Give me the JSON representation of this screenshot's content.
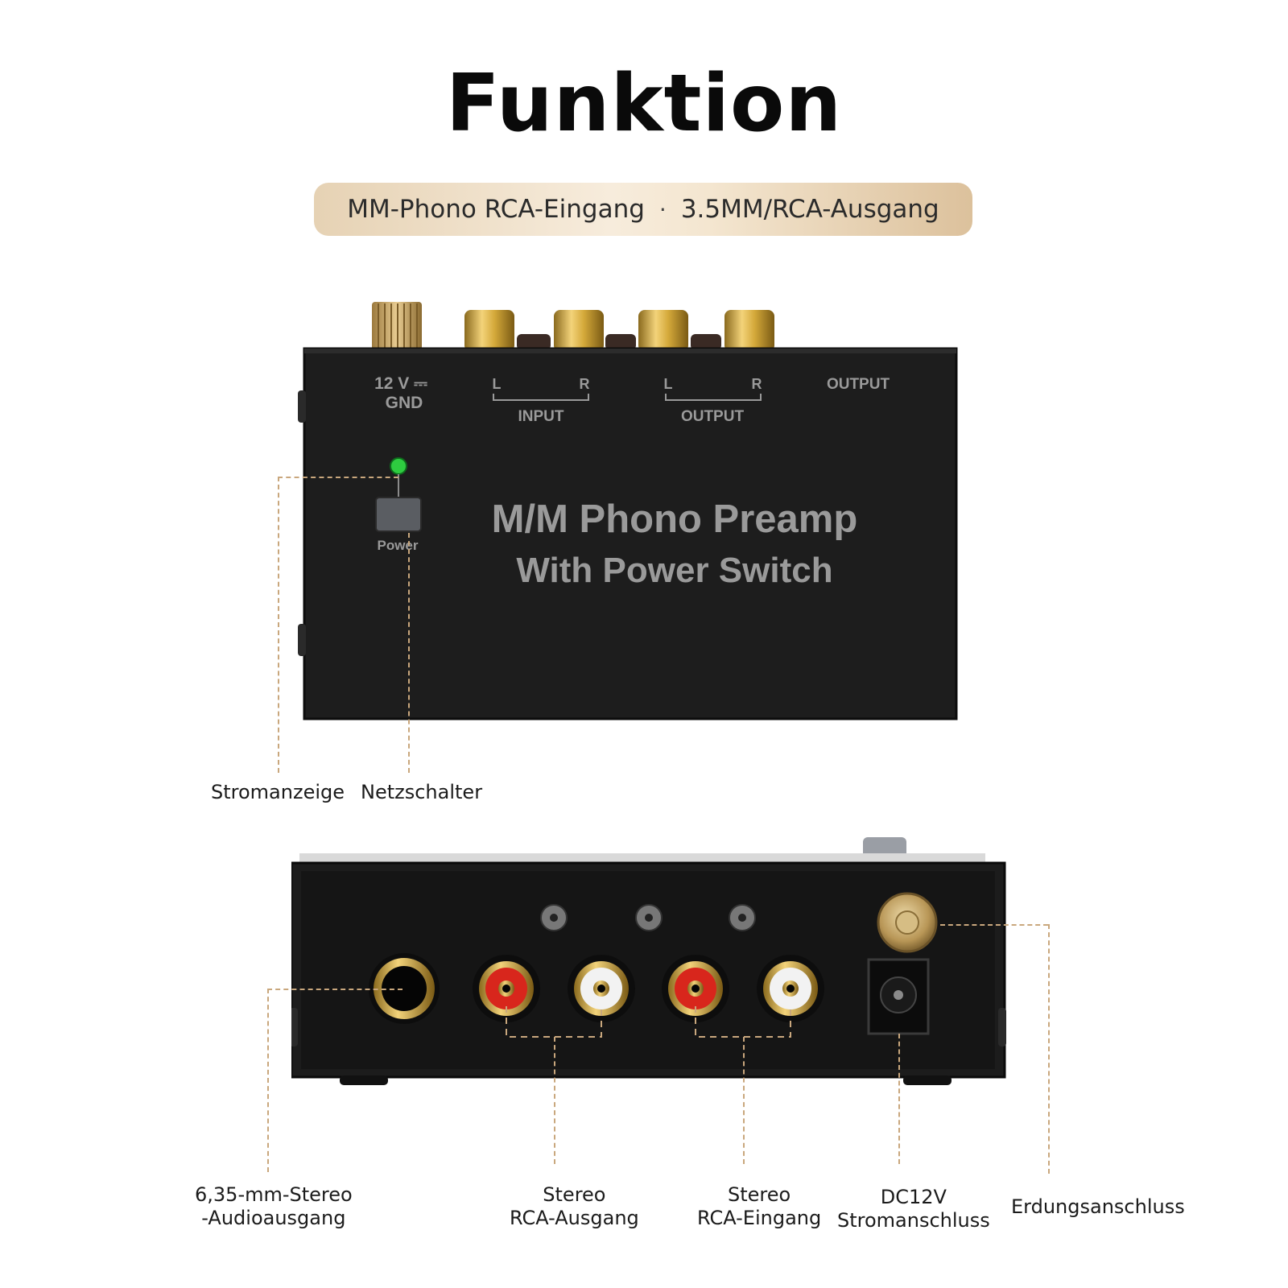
{
  "title": "Funktion",
  "subtitle": {
    "left": "MM-Phono RCA-Eingang",
    "separator": "·",
    "right": "3.5MM/RCA-Ausgang"
  },
  "device_top": {
    "print_12v": "12 V ⎓",
    "print_gnd": "GND",
    "print_l1": "L",
    "print_r1": "R",
    "print_input": "INPUT",
    "print_l2": "L",
    "print_r2": "R",
    "print_output_stereo": "OUTPUT",
    "print_output": "OUTPUT",
    "print_power": "Power",
    "brand_line1": "M/M Phono Preamp",
    "brand_line2": "With Power Switch",
    "led_color": "#2ecc40"
  },
  "callouts_top": {
    "power_indicator": "Stromanzeige",
    "power_switch": "Netzschalter"
  },
  "callouts_bottom": {
    "audio_out_line1": "6,35-mm-Stereo",
    "audio_out_line2": "-Audioausgang",
    "rca_out_line1": "Stereo",
    "rca_out_line2": "RCA-Ausgang",
    "rca_in_line1": "Stereo",
    "rca_in_line2": "RCA-Eingang",
    "dc_line1": "DC12V",
    "dc_line2": "Stromanschluss",
    "ground": "Erdungsanschluss"
  },
  "colors": {
    "accent_gold": "#c9a77d",
    "device_body": "#1c1c1c",
    "rca_red": "#d8261c",
    "rca_white": "#f2f2f2",
    "gold_plating": "#d4a93a"
  }
}
